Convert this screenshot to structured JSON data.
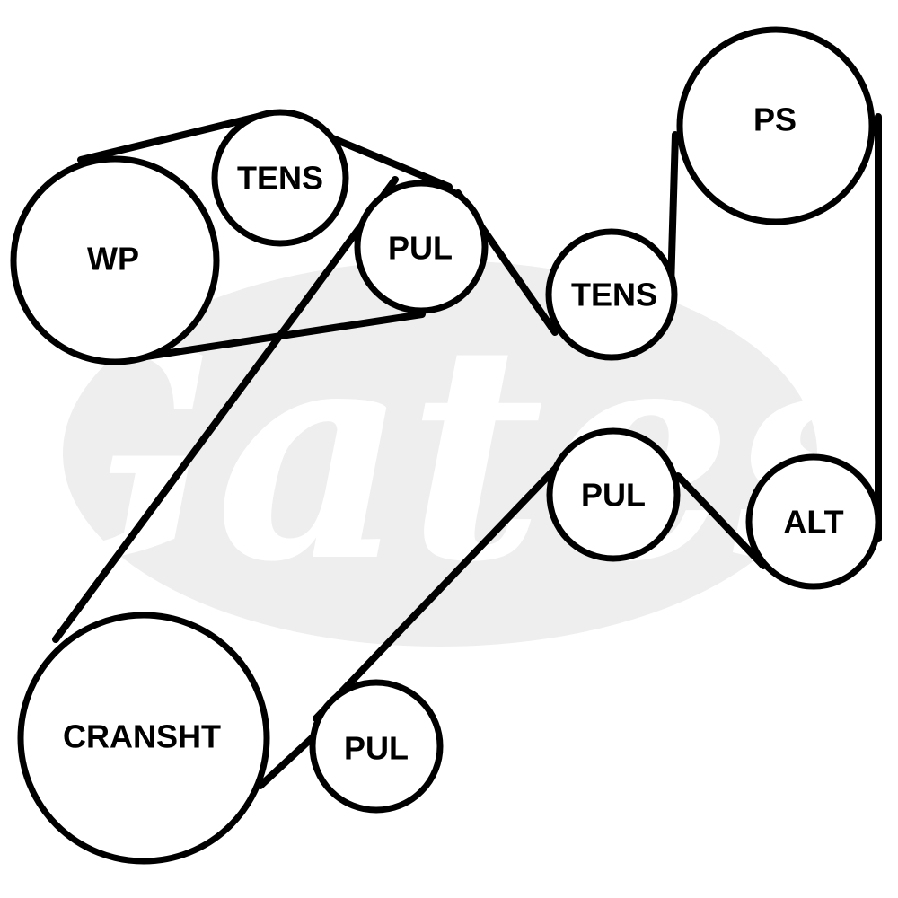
{
  "diagram": {
    "watermark": {
      "text": "Gates",
      "color": "#eeeeee"
    },
    "belt_color": "#000000",
    "pulleys": [
      {
        "id": "wp",
        "label": "WP"
      },
      {
        "id": "tens-upper",
        "label": "TENS"
      },
      {
        "id": "pul-upper",
        "label": "PUL"
      },
      {
        "id": "tens-middle",
        "label": "TENS"
      },
      {
        "id": "ps",
        "label": "PS"
      },
      {
        "id": "alt",
        "label": "ALT"
      },
      {
        "id": "pul-middle",
        "label": "PUL"
      },
      {
        "id": "crankshaft",
        "label": "CRANSHT"
      },
      {
        "id": "pul-lower",
        "label": "PUL"
      }
    ]
  }
}
